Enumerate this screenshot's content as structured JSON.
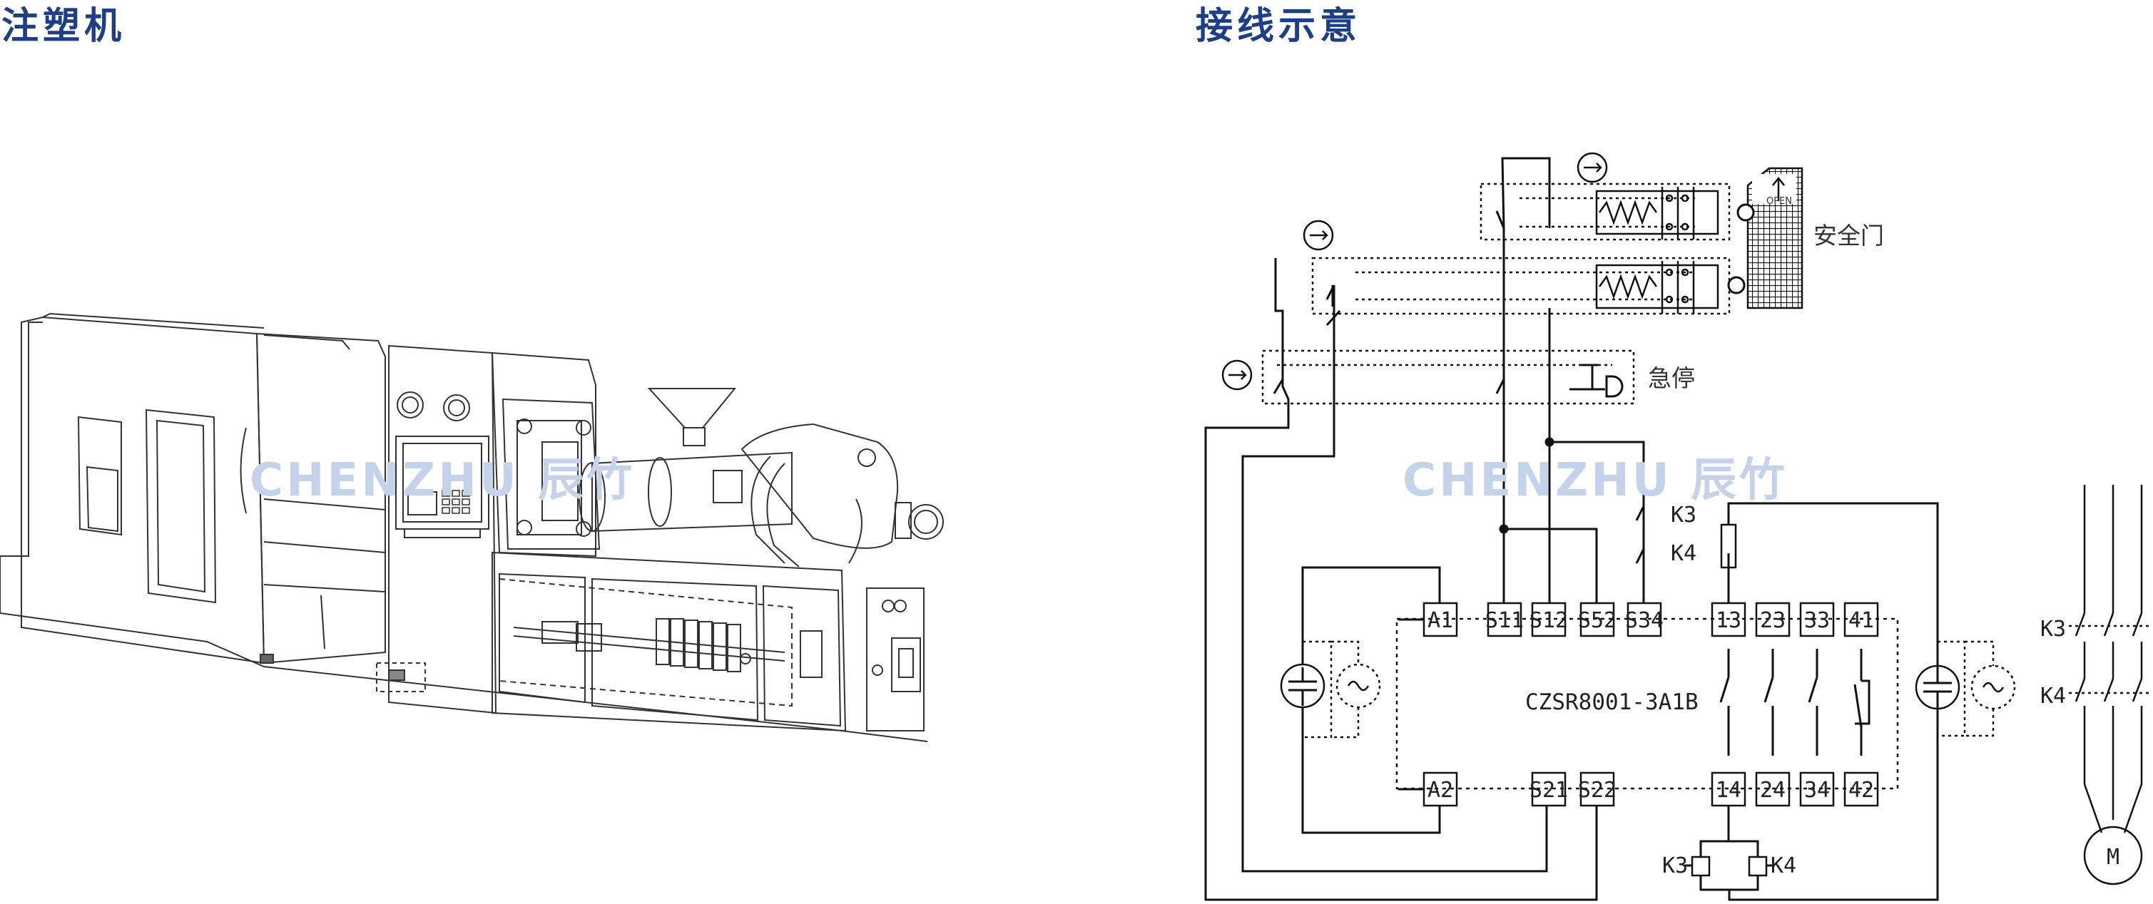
{
  "headings": {
    "left": "注塑机",
    "right": "接线示意"
  },
  "watermark": {
    "brand": "CHENZHU",
    "chinese": "辰竹"
  },
  "diagram": {
    "device_model": "CZSR8001-3A1B",
    "door_label": "安全门",
    "door_open_text": "OPEN",
    "estop_label": "急停",
    "terminals_top": [
      "A1",
      "S11",
      "S12",
      "S52",
      "S34",
      "13",
      "23",
      "33",
      "41"
    ],
    "terminals_bottom": [
      "A2",
      "S21",
      "S22",
      "14",
      "24",
      "34",
      "42"
    ],
    "contactors": {
      "k3": "K3",
      "k4": "K4"
    },
    "motor": "M"
  },
  "colors": {
    "heading": "#1e3f86",
    "watermark": "#c5d3ea",
    "line": "#111111"
  }
}
